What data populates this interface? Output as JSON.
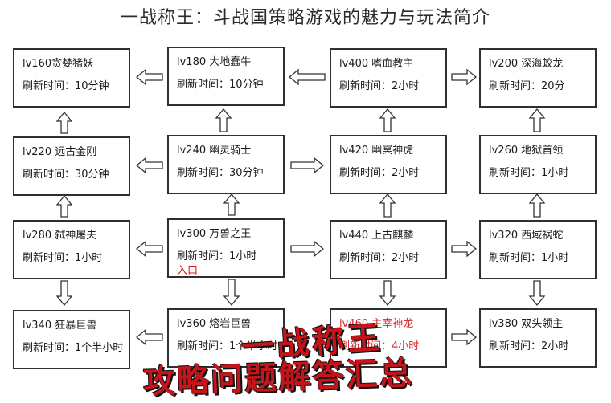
{
  "title": "一战称王：斗战国策略游戏的魅力与玩法简介",
  "boxes": [
    {
      "name": "lv160贪婪猪妖",
      "refresh": "刷新时间：10分钟"
    },
    {
      "name": "lv180 大地蠢牛",
      "refresh": "刷新时间：10分钟"
    },
    {
      "name": "lv400 嗜血教主",
      "refresh": "刷新时间：2小时"
    },
    {
      "name": "lv200 深海蛟龙",
      "refresh": "刷新时间：20分"
    },
    {
      "name": "lv220 远古金刚",
      "refresh": "刷新时间：30分钟"
    },
    {
      "name": "lv240 幽灵骑士",
      "refresh": "刷新时间：30分钟"
    },
    {
      "name": "lv420 幽冥神虎",
      "refresh": "刷新时间：2小时"
    },
    {
      "name": "lv260 地狱首领",
      "refresh": "刷新时间：1小时"
    },
    {
      "name": "lv280 弑神屠夫",
      "refresh": "刷新时间：1小时"
    },
    {
      "name": "lv300 万兽之王",
      "refresh": "刷新时间：1小时",
      "entry": "入口"
    },
    {
      "name": "lv440 上古麒麟",
      "refresh": "刷新时间：2小时"
    },
    {
      "name": "lv320 西域祸蛇",
      "refresh": "刷新时间：1小时"
    },
    {
      "name": "lv340 狂暴巨兽",
      "refresh": "刷新时间：1个半小时"
    },
    {
      "name": "lv360 熔岩巨兽",
      "refresh": "刷新时间：1个半小时"
    },
    {
      "name": "lv460 主宰神龙",
      "refresh": "刷新时间：4小时"
    },
    {
      "name": "lv380 双头领主",
      "refresh": "刷新时间：2小时"
    }
  ],
  "watermark": {
    "line1": "一战称王",
    "line2": "攻略问题解答汇总"
  },
  "colors": {
    "border": "#2f2f2f",
    "red": "#d8262a",
    "watermark": "#c4151b"
  }
}
